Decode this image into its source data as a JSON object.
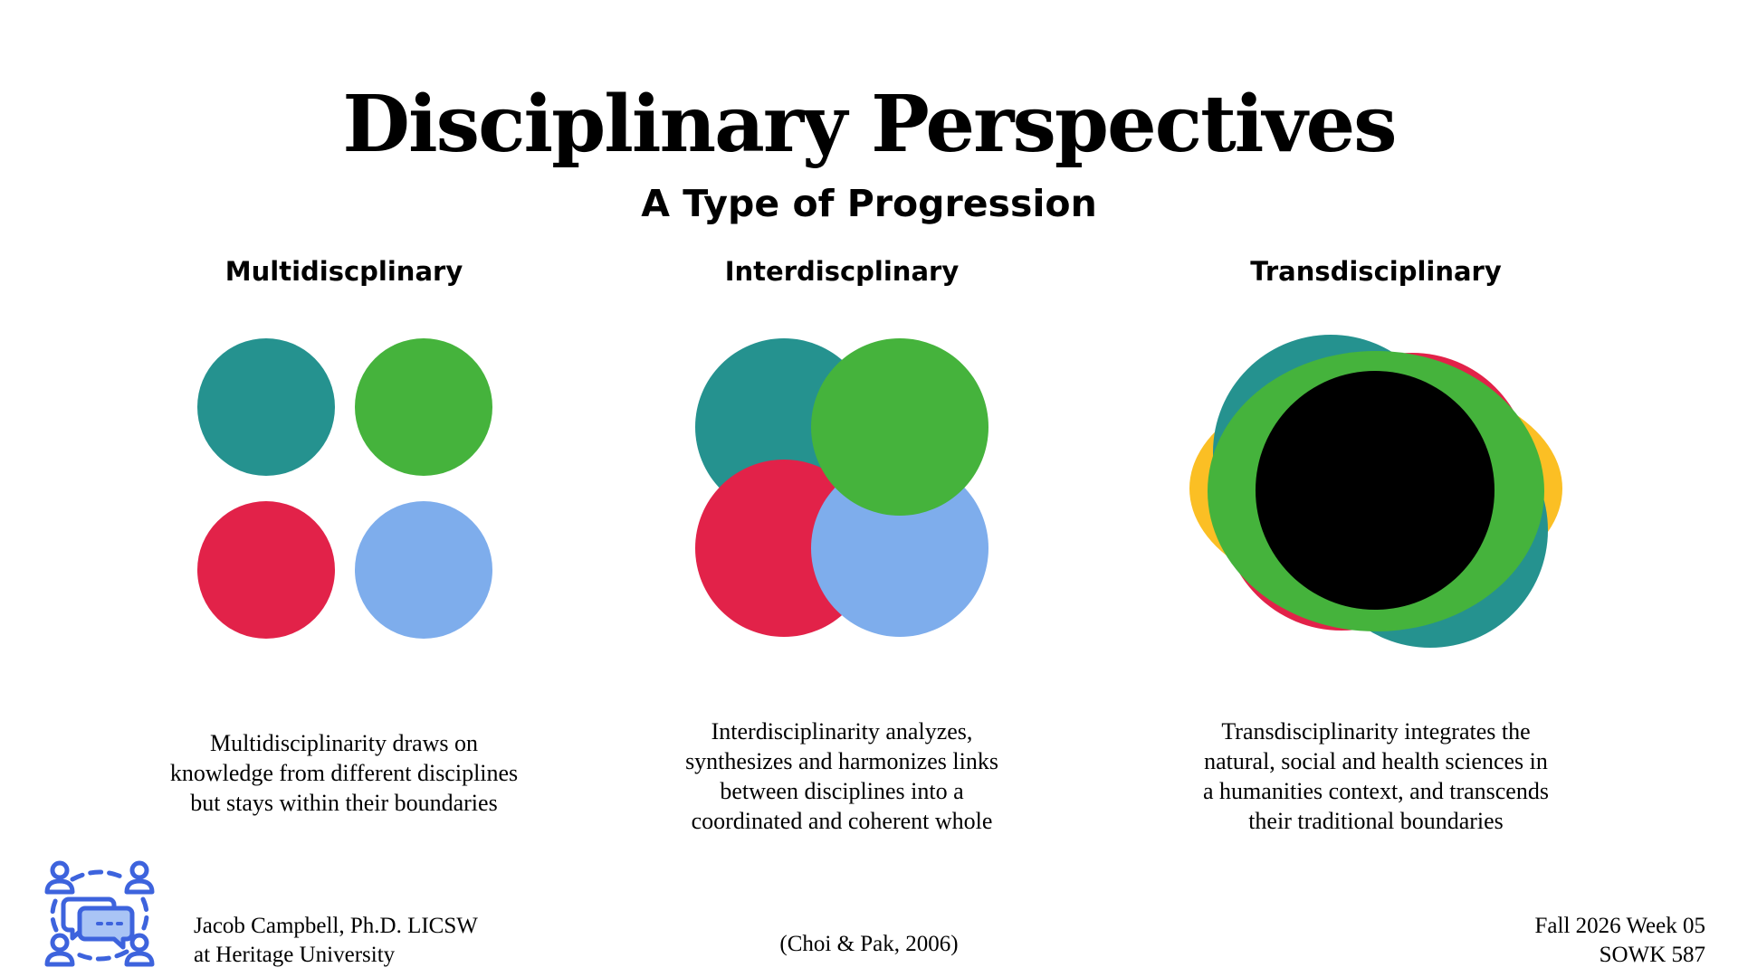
{
  "slide": {
    "title": "Disciplinary Perspectives",
    "subtitle": "A Type of Progression"
  },
  "columns": [
    {
      "heading": "Multidiscplinary",
      "description": [
        "Multidisciplinarity draws on",
        "knowledge from different disciplines",
        "but stays within their boundaries"
      ]
    },
    {
      "heading": "Interdiscplinary",
      "description": [
        "Interdisciplinarity analyzes,",
        "synthesizes and harmonizes links",
        "between disciplines into a",
        "coordinated and coherent whole"
      ]
    },
    {
      "heading": "Transdisciplinary",
      "description": [
        "Transdisciplinarity integrates the",
        "natural, social and health sciences in",
        "a humanities context, and transcends",
        "their traditional boundaries"
      ]
    }
  ],
  "footer": {
    "author_line1": "Jacob Campbell, Ph.D. LICSW",
    "author_line2": "at Heritage University",
    "citation": "(Choi & Pak, 2006)",
    "term": "Fall 2026 Week 05",
    "course": "SOWK 587",
    "logo_icon": "group-chat-icon"
  },
  "colors": {
    "teal": "#25928F",
    "green": "#45B33C",
    "red": "#E22249",
    "light_blue": "#7EADEC",
    "yellow": "#FBBF24",
    "black": "#000000",
    "logo_blue": "#3D63DD"
  }
}
